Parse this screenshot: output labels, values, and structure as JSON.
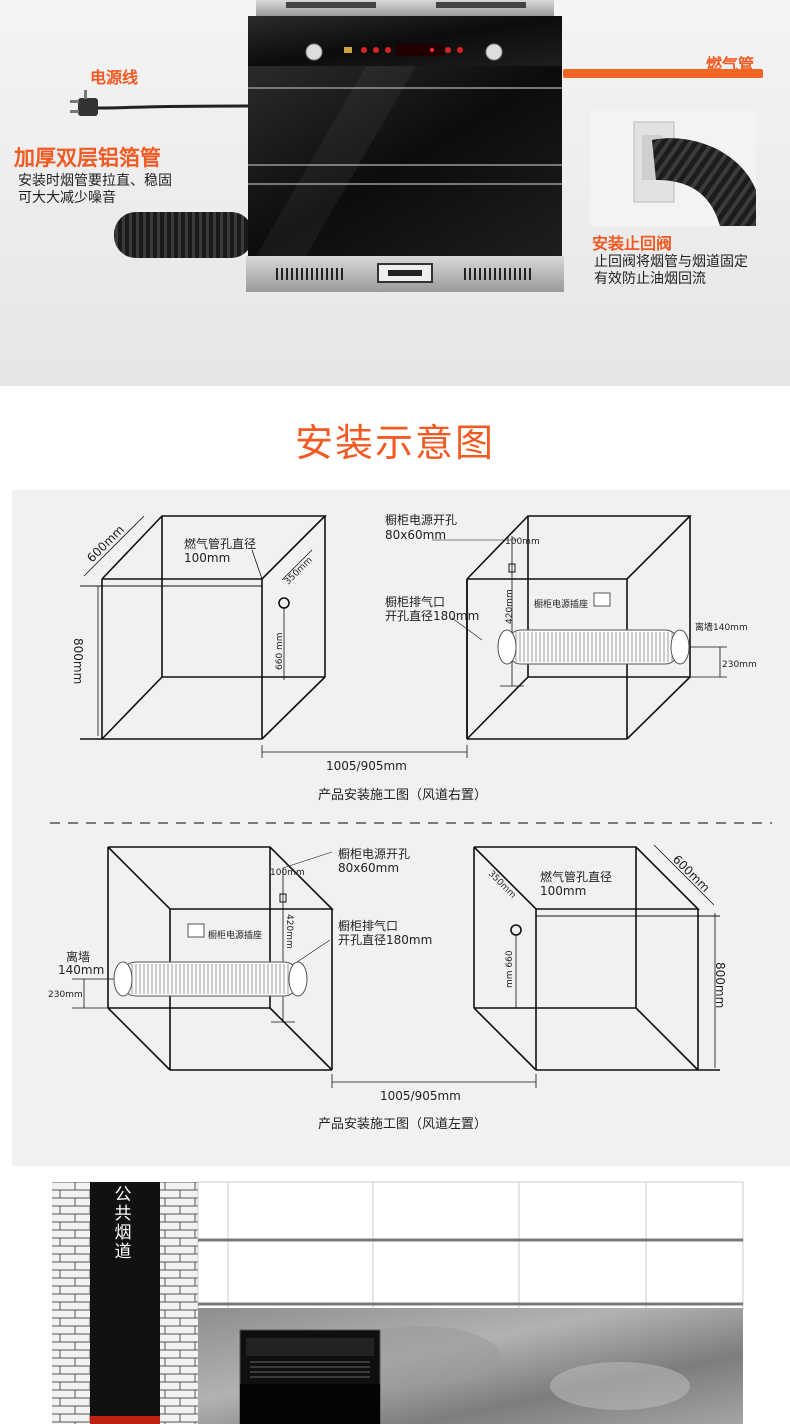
{
  "feature_section": {
    "power_cord_label": "电源线",
    "gas_pipe_label": "燃气管",
    "foil_pipe": {
      "title": "加厚双层铝箔管",
      "desc_line1": "安装时烟管要拉直、稳固",
      "desc_line2": "可大大减少噪音"
    },
    "check_valve": {
      "title": "安装止回阀",
      "desc_line1": "止回阀将烟管与烟道固定",
      "desc_line2": "有效防止油烟回流"
    }
  },
  "install_section": {
    "title": "安装示意图",
    "right_duct": {
      "caption": "产品安装施工图（风道右置）",
      "depth": "600mm",
      "height": "800mm",
      "gas_hole_label_1": "燃气管孔直径",
      "gas_hole_label_2": "100mm",
      "gas_hole_offset": "350mm",
      "gas_hole_height": "660 mm",
      "power_hole_label_1": "橱柜电源开孔",
      "power_hole_label_2": "80x60mm",
      "power_hole_offset": "100mm",
      "exhaust_label_1": "橱柜排气口",
      "exhaust_label_2": "开孔直径180mm",
      "exhaust_offset": "420mm",
      "socket_label": "橱柜电源插座",
      "wall_label": "离墙140mm",
      "duct_height": "230mm",
      "width": "1005/905mm"
    },
    "left_duct": {
      "caption": "产品安装施工图（风道左置）",
      "depth": "600mm",
      "height": "800mm",
      "gas_hole_label_1": "燃气管孔直径",
      "gas_hole_label_2": "100mm",
      "gas_hole_offset": "350mm",
      "gas_hole_height": "mm 660",
      "power_hole_label_1": "橱柜电源开孔",
      "power_hole_label_2": "80x60mm",
      "power_hole_offset": "100mm",
      "exhaust_label_1": "橱柜排气口",
      "exhaust_label_2": "开孔直径180mm",
      "exhaust_offset": "420mm",
      "socket_label": "橱柜电源插座",
      "wall_label_1": "离墙",
      "wall_label_2": "140mm",
      "duct_height": "230mm",
      "width": "1005/905mm"
    }
  },
  "scene_section": {
    "flue_label": "公共烟道"
  },
  "colors": {
    "accent": "#f15a22",
    "gas_pipe": "#f26522",
    "diagram_bg": "#f1f1f1"
  }
}
